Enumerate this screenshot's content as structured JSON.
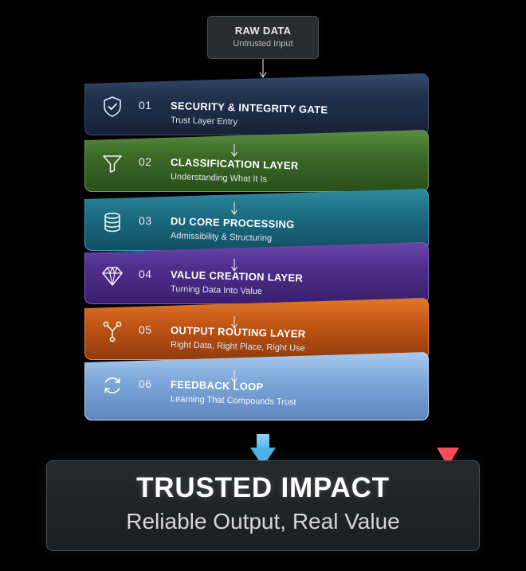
{
  "input": {
    "title": "RAW DATA",
    "subtitle": "Untrusted Input"
  },
  "layers": [
    {
      "number": "01",
      "title": "SECURITY & INTEGRITY GATE",
      "subtitle": "Trust Layer Entry",
      "icon": "shield-check-icon",
      "color": "#22324d"
    },
    {
      "number": "02",
      "title": "CLASSIFICATION LAYER",
      "subtitle": "Understanding What It Is",
      "icon": "funnel-icon",
      "color": "#3c6a28"
    },
    {
      "number": "03",
      "title": "DU CORE PROCESSING",
      "subtitle": "Admissibility & Structuring",
      "icon": "database-icon",
      "color": "#1c6d84"
    },
    {
      "number": "04",
      "title": "VALUE CREATION LAYER",
      "subtitle": "Turning Data Into Value",
      "icon": "diamond-icon",
      "color": "#4f2e8d"
    },
    {
      "number": "05",
      "title": "OUTPUT ROUTING LAYER",
      "subtitle": "Right Data, Right Place, Right Use",
      "icon": "branch-icon",
      "color": "#c35716"
    },
    {
      "number": "06",
      "title": "FEEDBACK LOOP",
      "subtitle": "Learning That Compounds Trust",
      "icon": "refresh-icon",
      "color": "#7fa9da"
    }
  ],
  "output": {
    "title": "TRUSTED IMPACT",
    "subtitle": "Reliable Output, Real Value"
  },
  "colors": {
    "background": "#000000",
    "side_arrow": "#ff5a6a",
    "down_arrow": "#6cc4f0"
  }
}
